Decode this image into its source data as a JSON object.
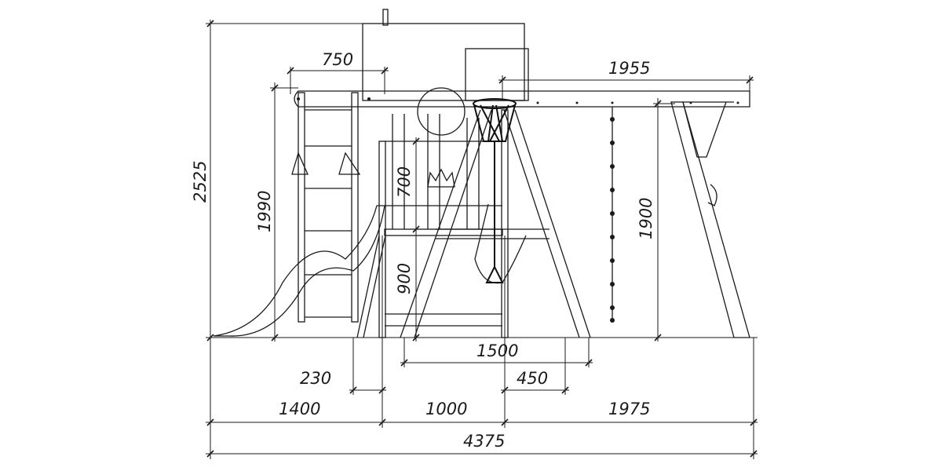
{
  "drawing": {
    "title": "Playground set side elevation with dimensions",
    "dimensions": {
      "overall_height": "2525",
      "ladder_offset": "750",
      "swing_beam_length": "1955",
      "ladder_height": "1990",
      "wall_height": "700",
      "platform_height": "900",
      "swing_beam_height": "1900",
      "swing_frame_base": "1500",
      "slide_gap": "230",
      "frame_offset": "450",
      "left_section": "1400",
      "tower_width": "1000",
      "right_section": "1975",
      "overall_length": "4375"
    }
  }
}
